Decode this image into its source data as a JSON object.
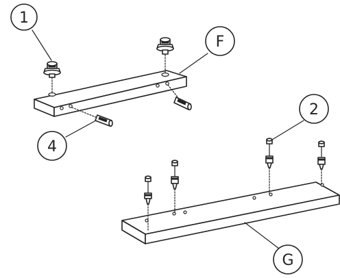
{
  "callouts": {
    "c1": "1",
    "cF": "F",
    "c4": "4",
    "c2": "2",
    "cG": "G"
  }
}
